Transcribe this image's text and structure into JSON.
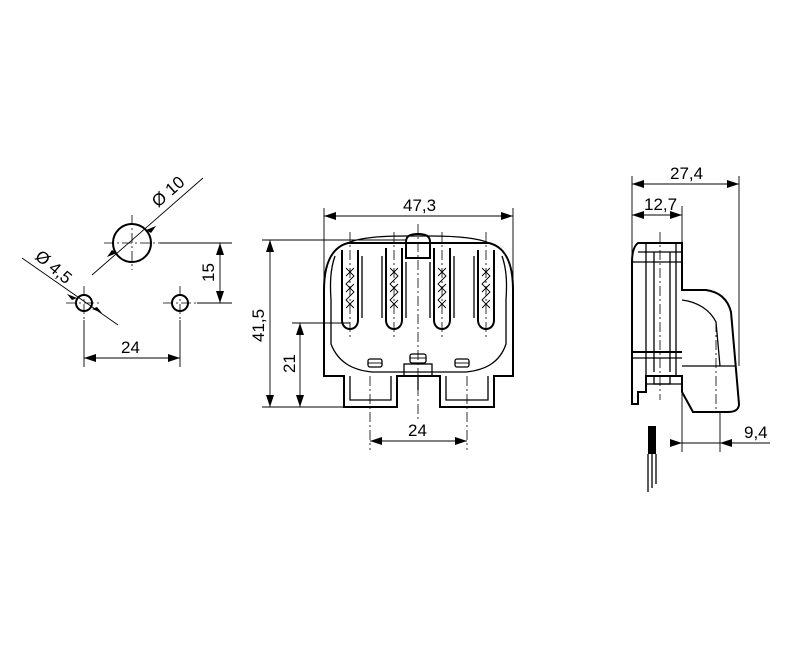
{
  "hole_pattern": {
    "large_hole_diameter": "Ø 10",
    "small_hole_diameter": "Ø 4,5",
    "vertical_spacing": "15",
    "horizontal_spacing": "24"
  },
  "front_view": {
    "width": "47,3",
    "height": "41,5",
    "contact_height": "21",
    "foot_spacing": "24"
  },
  "side_view": {
    "total_depth": "27,4",
    "partial_depth": "12,7",
    "base_offset": "9,4"
  }
}
